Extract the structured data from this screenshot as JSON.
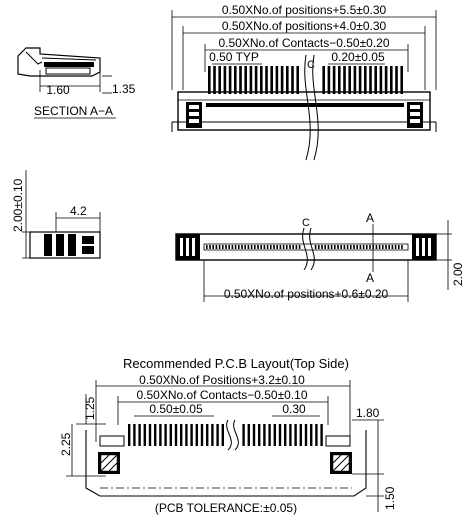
{
  "top_view": {
    "dim_overall": "0.50XNo.of positions+5.5±0.30",
    "dim_inner": "0.50XNo.of positions+4.0±0.30",
    "dim_contacts": "0.50XNo.of Contacts−0.50±0.20",
    "pitch_typ": "0.50 TYP",
    "pitch_tol": "0.20±0.05",
    "centerline": "C"
  },
  "section_a": {
    "dim_a": "1.60",
    "dim_b": "1.35",
    "title": "SECTION A−A"
  },
  "side_view": {
    "height": "2.00±0.10",
    "width": "4.2"
  },
  "front_view": {
    "dim_positions": "0.50XNo.of positions+0.6±0.20",
    "height": "2.00",
    "marker": "A",
    "centerline": "C"
  },
  "pcb": {
    "title": "Recommended P.C.B Layout(Top Side)",
    "dim_positions": "0.50XNo.of Positions+3.2±0.10",
    "dim_contacts": "0.50XNo.of Contacts−0.50±0.10",
    "pitch": "0.50±0.05",
    "pad_width": "0.30",
    "dim_1_25": "1.25",
    "dim_2_25": "2.25",
    "dim_1_80": "1.80",
    "dim_1_50": "1.50",
    "tolerance": "(PCB TOLERANCE:±0.05)"
  }
}
